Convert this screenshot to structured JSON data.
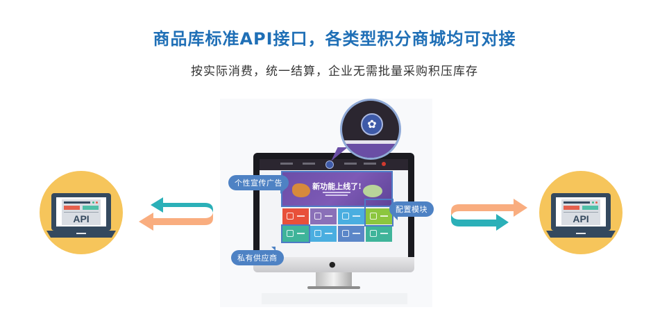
{
  "header": {
    "title": "商品库标准API接口，各类型积分商城均可对接",
    "subtitle": "按实际消费，统一结算，企业无需批量采购积压库存"
  },
  "api_badges": [
    {
      "label": "API",
      "icon": "laptop-api-icon",
      "bg_color": "#f6c55b"
    },
    {
      "label": "API",
      "icon": "laptop-api-icon",
      "bg_color": "#f6c55b"
    }
  ],
  "arrows": {
    "left": {
      "icon": "bidirectional-arrows-icon",
      "colors": [
        "#2bb0b8",
        "#f9ad7f"
      ]
    },
    "right": {
      "icon": "bidirectional-arrows-icon",
      "colors": [
        "#f9ad7f",
        "#2bb0b8"
      ]
    }
  },
  "monitor": {
    "banner_title": "新功能上线了!",
    "callouts": {
      "ad": "个性宣传广告",
      "modules": "配置模块",
      "supplier": "私有供应商"
    },
    "tiles": [
      {
        "color": "#e8503a"
      },
      {
        "color": "#8a70b8"
      },
      {
        "color": "#4aaee0"
      },
      {
        "color": "#8cc63f"
      },
      {
        "color": "#3fb49a"
      },
      {
        "color": "#4aaee0"
      },
      {
        "color": "#5b86c8"
      },
      {
        "color": "#3fb49a"
      }
    ],
    "accent_color": "#4e82c4",
    "apple_logo": ""
  }
}
